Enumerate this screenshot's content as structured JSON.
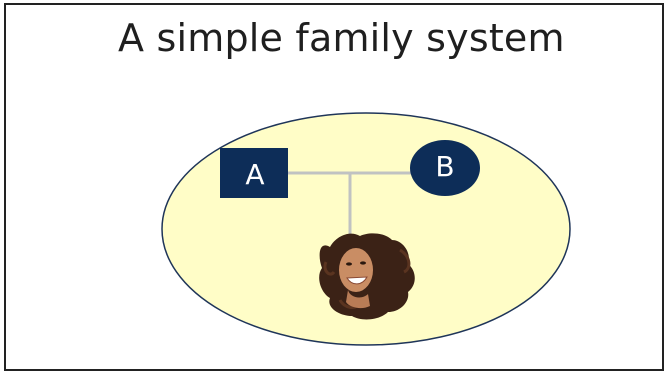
{
  "title": "A simple family system",
  "colors": {
    "ellipse_fill": "#fffdc7",
    "ellipse_stroke": "#1f3559",
    "node_fill": "#0d2d58",
    "connector": "#c0c2c2",
    "node_text": "#ffffff"
  },
  "nodes": {
    "a": {
      "label": "A",
      "shape": "square"
    },
    "b": {
      "label": "B",
      "shape": "circle"
    },
    "child": {
      "label": "",
      "shape": "photo",
      "description_icon": "child-portrait-icon"
    }
  }
}
